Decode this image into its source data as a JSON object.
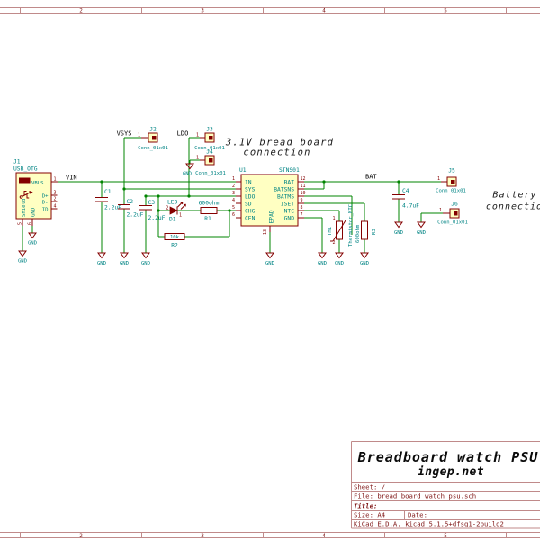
{
  "zones": {
    "z2": "2",
    "z3": "3",
    "z4": "4",
    "z5": "5"
  },
  "title_block": {
    "main_title": "Breadboard watch PSU",
    "website": "ingep.net",
    "sheet": "Sheet: /",
    "file": "File: bread_board_watch_psu.sch",
    "title": "Title:",
    "size": "Size: A4",
    "date": "Date:",
    "kicad": "KiCad E.D.A.  kicad 5.1.5+dfsg1-2build2"
  },
  "notes": {
    "breadboard_line1": "3.1V bread board",
    "breadboard_line2": "connection",
    "battery_line1": "Battery",
    "battery_line2": "connection"
  },
  "labels": {
    "vin": "VIN",
    "vsys": "VSYS",
    "ldo": "LDO",
    "bat": "BAT",
    "gnd": "GND"
  },
  "components": {
    "j1": {
      "ref": "J1",
      "value": "USB_OTG",
      "pin_vbus": "VBUS",
      "pin_dp": "D+",
      "pin_dm": "D-",
      "pin_id": "ID",
      "pin_shield": "Shield",
      "pin_gnd": "GND",
      "n1": "1",
      "n2": "2",
      "n3": "3",
      "n4": "4",
      "n5": "5",
      "n6": "6"
    },
    "j2": {
      "ref": "J2",
      "value": "Conn_01x01",
      "n1": "1"
    },
    "j3": {
      "ref": "J3",
      "value": "Conn_01x01",
      "n1": "1"
    },
    "j4": {
      "ref": "J4",
      "value": "Conn_01x01",
      "n1": "1"
    },
    "j5": {
      "ref": "J5",
      "value": "Conn_01x01",
      "n1": "1"
    },
    "j6": {
      "ref": "J6",
      "value": "Conn_01x01",
      "n1": "1"
    },
    "c1": {
      "ref": "C1",
      "value": "2.2uF"
    },
    "c2": {
      "ref": "C2",
      "value": "2.2uF"
    },
    "c3": {
      "ref": "C3",
      "value": "2.2uF"
    },
    "c4": {
      "ref": "C4",
      "value": "4.7uF"
    },
    "d1": {
      "ref": "D1",
      "value": "LED",
      "n1": "1",
      "n2": "2"
    },
    "r1": {
      "ref": "R1",
      "value": "600ohm"
    },
    "r2": {
      "ref": "R2",
      "value": "10k"
    },
    "r3": {
      "ref": "R3",
      "value": "600ohm"
    },
    "th1": {
      "ref": "TH1",
      "value": "Thermistor_NTC",
      "n1": "1",
      "n2": "2"
    },
    "u1": {
      "ref": "U1",
      "value": "STNS01",
      "left_names": [
        "IN",
        "SYS",
        "LDO",
        "SD",
        "CHG",
        "CEN"
      ],
      "left_nums": [
        "1",
        "2",
        "3",
        "4",
        "5",
        "6"
      ],
      "right_names": [
        "BAT",
        "BATSNS",
        "BATMS",
        "ISET",
        "NTC",
        "GND"
      ],
      "right_nums": [
        "12",
        "11",
        "10",
        "9",
        "8",
        "7"
      ],
      "pad_name": "EPAD",
      "pad_num": "13"
    }
  },
  "colors": {
    "wire": "#008400",
    "outline": "#840000",
    "fill": "#FFFFC2",
    "pin_name": "#008484",
    "pin_number": "#840000",
    "net_label": "#000000",
    "border": "#C08A8A",
    "border_text": "#801818"
  }
}
